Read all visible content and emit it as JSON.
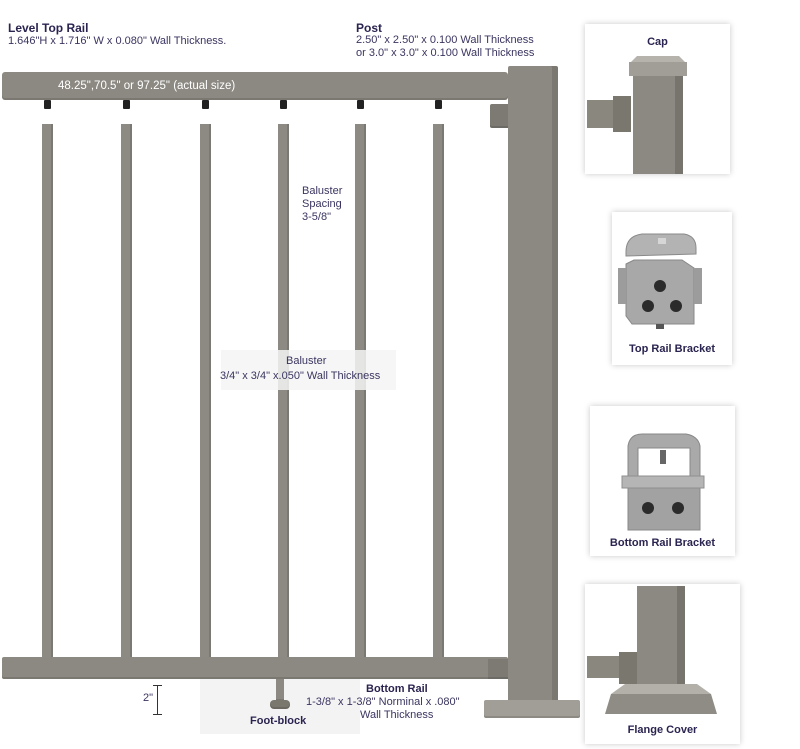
{
  "top_rail": {
    "title": "Level Top Rail",
    "spec": "1.646\"H x 1.716\" W x 0.080\" Wall Thickness.",
    "size_label": "48.25\",70.5\" or 97.25\" (actual size)"
  },
  "post": {
    "title": "Post",
    "spec_line1": "2.50\" x 2.50\" x 0.100 Wall Thickness",
    "spec_line2": "or 3.0\" x 3.0\" x 0.100 Wall Thickness"
  },
  "baluster_spacing": {
    "line1": "Baluster",
    "line2": "Spacing",
    "line3": "3-5/8\""
  },
  "baluster": {
    "title": "Baluster",
    "spec": "3/4\" x 3/4\" x.050\" Wall Thickness"
  },
  "clearance": {
    "label": "2\""
  },
  "foot_block": {
    "label": "Foot-block"
  },
  "bottom_rail": {
    "title": "Bottom Rail",
    "spec_line1": "1-3/8\" x 1-3/8\" Norminal x .080\"",
    "spec_line2": "Wall Thickness"
  },
  "panels": {
    "cap": "Cap",
    "top_rail_bracket": "Top Rail Bracket",
    "bottom_rail_bracket": "Bottom Rail Bracket",
    "flange_cover": "Flange Cover"
  },
  "colors": {
    "metal": "#8c8982",
    "bracket": "#a3a3a3",
    "text": "#2f2a55"
  }
}
